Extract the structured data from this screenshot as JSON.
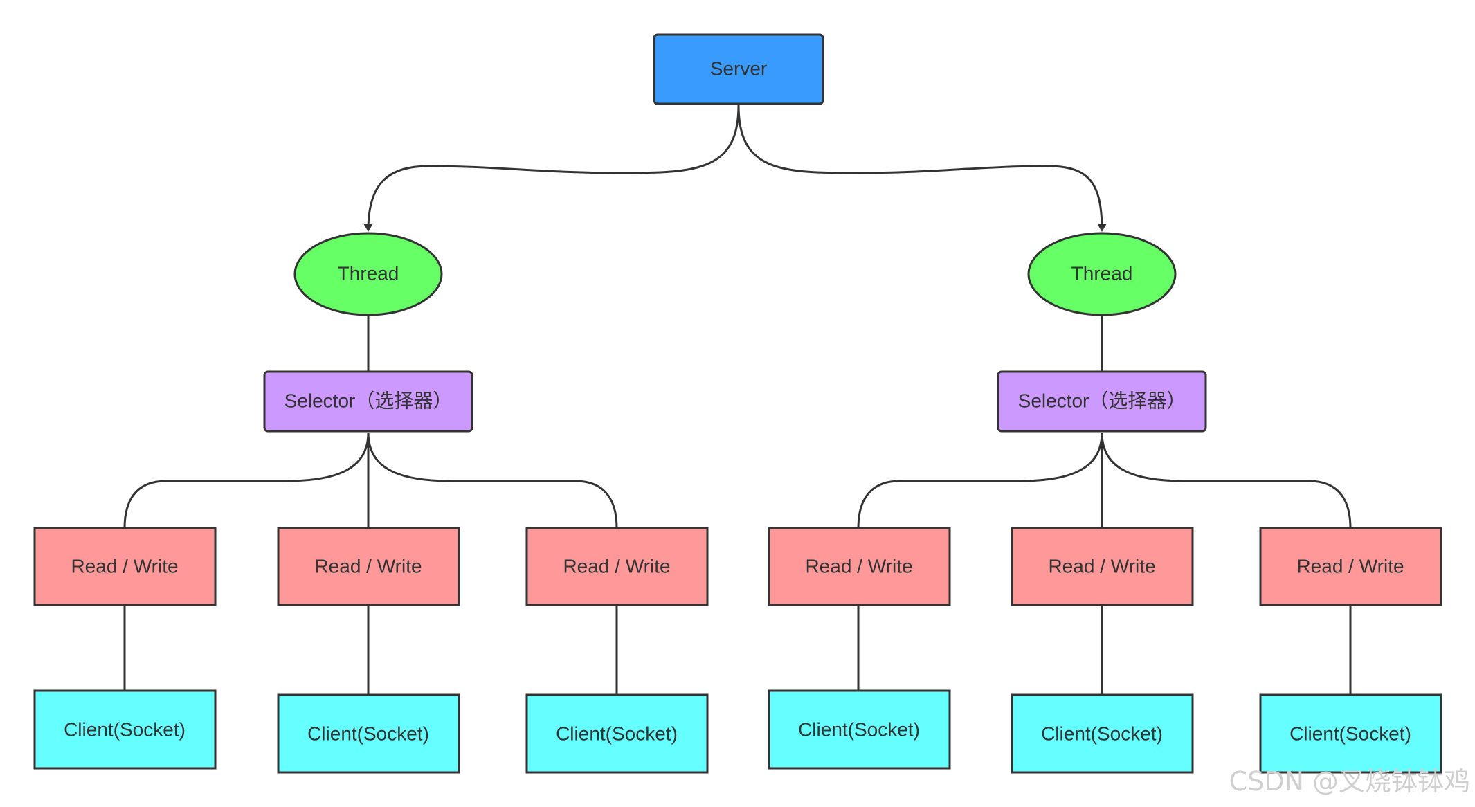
{
  "diagram": {
    "server": {
      "label": "Server",
      "color": "#3a9bff"
    },
    "groups": [
      {
        "thread": {
          "label": "Thread",
          "color": "#66ff66"
        },
        "selector": {
          "label": "Selector（选择器）",
          "color": "#cc99ff"
        },
        "channels": [
          {
            "rw": "Read / Write",
            "client": "Client(Socket)"
          },
          {
            "rw": "Read / Write",
            "client": "Client(Socket)"
          },
          {
            "rw": "Read / Write",
            "client": "Client(Socket)"
          }
        ]
      },
      {
        "thread": {
          "label": "Thread",
          "color": "#66ff66"
        },
        "selector": {
          "label": "Selector（选择器）",
          "color": "#cc99ff"
        },
        "channels": [
          {
            "rw": "Read / Write",
            "client": "Client(Socket)"
          },
          {
            "rw": "Read / Write",
            "client": "Client(Socket)"
          },
          {
            "rw": "Read / Write",
            "client": "Client(Socket)"
          }
        ]
      }
    ],
    "colors": {
      "read_write": "#ff9999",
      "client": "#66ffff",
      "stroke": "#333333"
    }
  },
  "watermark": "CSDN @叉烧钵钵鸡"
}
